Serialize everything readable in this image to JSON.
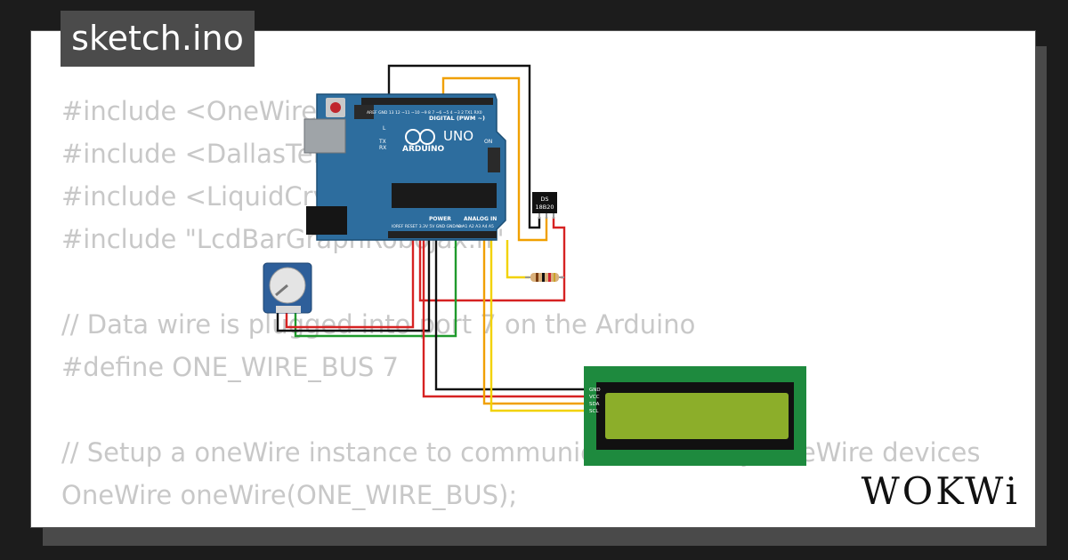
{
  "tab": {
    "title": "sketch.ino"
  },
  "code_lines": [
    "#include <OneWire.h>",
    "#include <DallasTemperature.h>",
    "#include <LiquidCrystal_I2C.h>",
    "#include \"LcdBarGraphRobojax.h\"",
    "",
    "// Data wire is plugged into port 7 on the Arduino",
    "#define ONE_WIRE_BUS 7",
    "",
    "// Setup a oneWire instance to communicate with any OneWire devices",
    "OneWire oneWire(ONE_WIRE_BUS);"
  ],
  "arduino": {
    "brand": "ARDUINO",
    "model": "UNO",
    "digital_label": "DIGITAL (PWM ~)",
    "power_label": "POWER",
    "analog_label": "ANALOG IN",
    "on_label": "ON",
    "tx_label": "TX",
    "rx_label": "RX",
    "l_label": "L",
    "top_pins": "AREF GND 13 12 ~11 ~10 ~9 8  7 ~6 ~5 4 ~3 2 TX1 RX0",
    "power_pins": "IOREF RESET 3.3V 5V GND GND Vin",
    "analog_pins": "A0 A1 A2 A3 A4 A5"
  },
  "sensor": {
    "line1": "DS",
    "line2": "18B20"
  },
  "lcd": {
    "pins": [
      "GND",
      "VCC",
      "SDA",
      "SCL"
    ]
  },
  "logo": {
    "text": "WOKWi"
  },
  "colors": {
    "board": "#2d6d9e",
    "lcd_pcb": "#1e8a3e",
    "lcd_screen": "#8cae2a",
    "wire_red": "#d62222",
    "wire_black": "#111111",
    "wire_yellow": "#f2d200",
    "wire_orange": "#f0a000",
    "wire_green": "#1f9a2c"
  }
}
